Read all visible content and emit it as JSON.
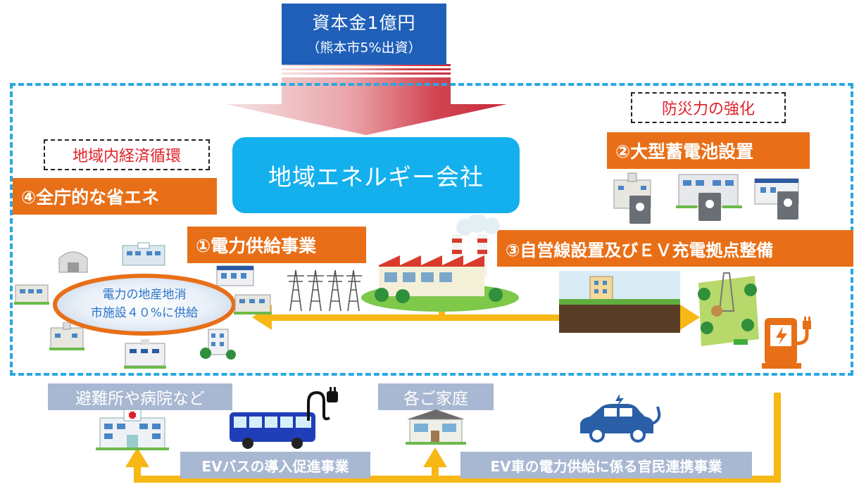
{
  "capital": {
    "line1": "資本金1億円",
    "line2": "（熊本市5%出資）"
  },
  "company": "地域エネルギー会社",
  "tags": {
    "economy": "地域内経済循環",
    "disaster": "防災力の強化"
  },
  "projects": {
    "p1": "①電力供給事業",
    "p2": "②大型蓄電池設置",
    "p3": "③自営線設置及びＥＶ充電拠点整備",
    "p4": "④全庁的な省エネ"
  },
  "local_supply": {
    "line1": "電力の地産地消",
    "line2": "市施設４０%に供給"
  },
  "bottom": {
    "shelters": "避難所や病院など",
    "homes": "各ご家庭",
    "ev_bus": "EVバスの導入促進事業",
    "ev_car": "EV車の電力供給に係る官民連携事業"
  },
  "colors": {
    "accent_orange": "#e86f17",
    "company_blue": "#14b0ee",
    "capital_blue": "#1f5fb8",
    "arrow_yellow": "#f7b715",
    "dashed_border": "#2aa7e0"
  }
}
